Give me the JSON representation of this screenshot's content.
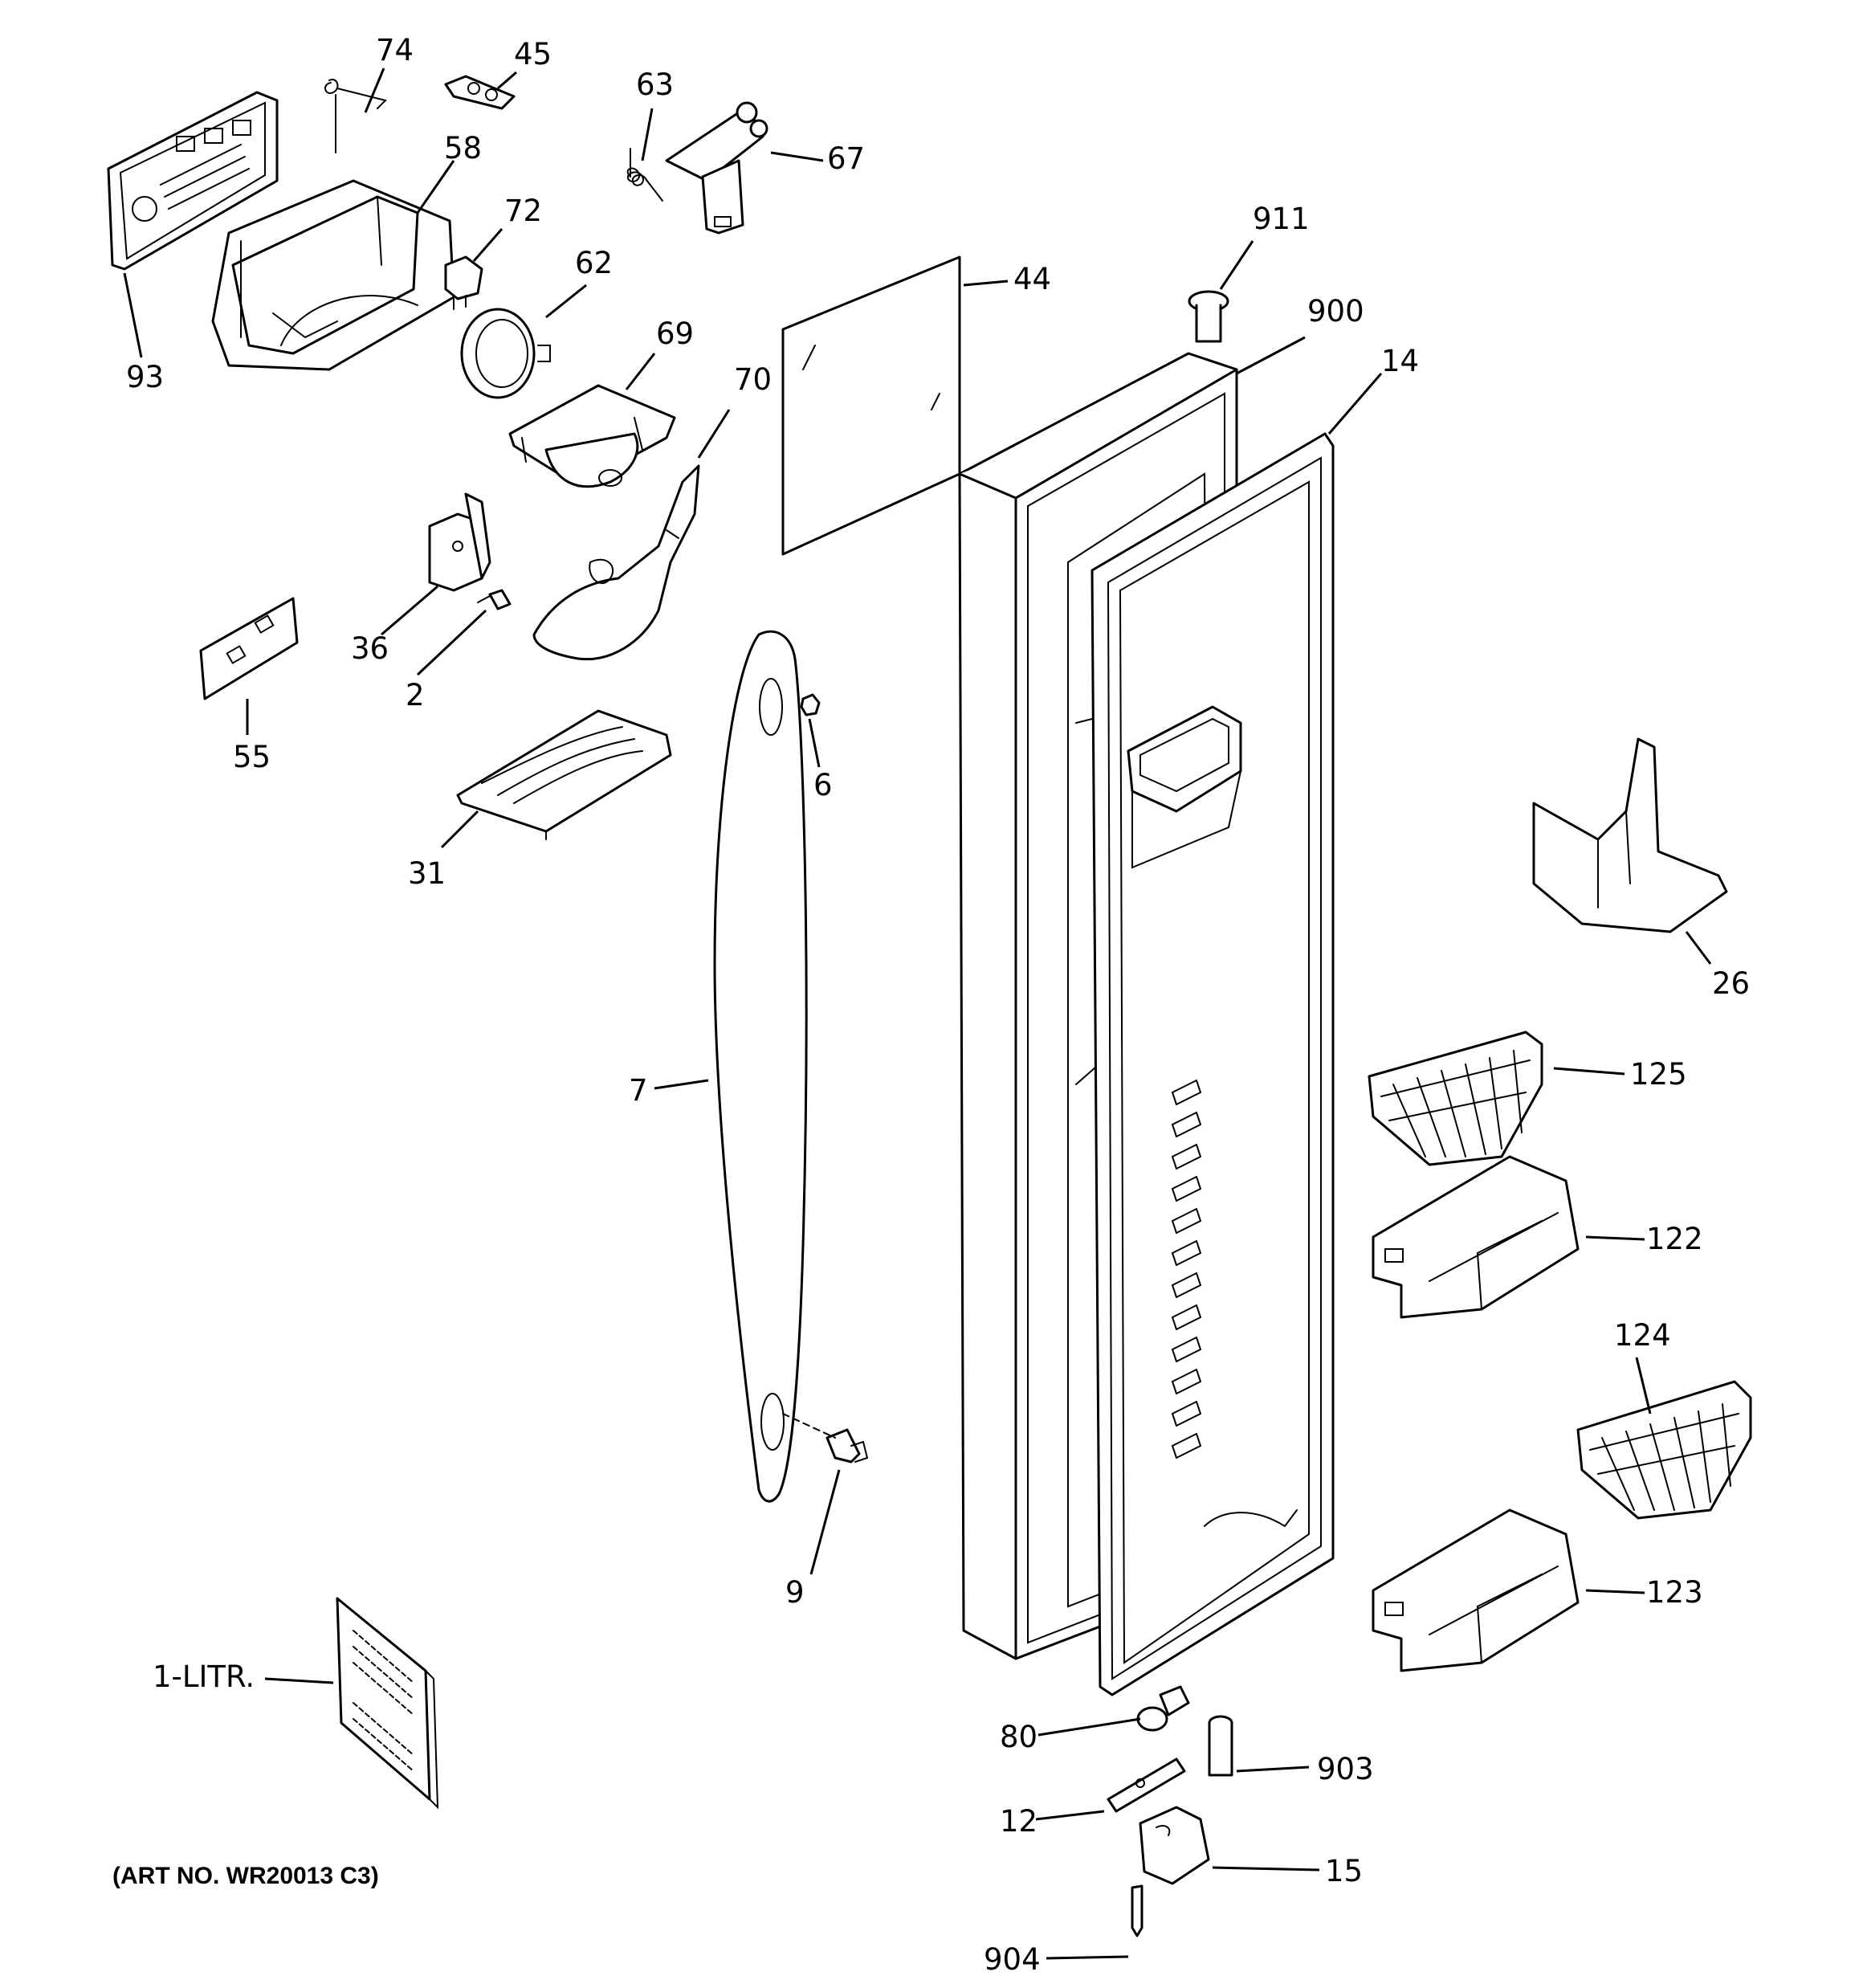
{
  "diagram": {
    "art_number": "(ART NO. WR20013 C3)",
    "callouts": {
      "c74": "74",
      "c45": "45",
      "c63": "63",
      "c67": "67",
      "c58": "58",
      "c72": "72",
      "c911": "911",
      "c62": "62",
      "c44": "44",
      "c900": "900",
      "c93": "93",
      "c69": "69",
      "c14": "14",
      "c70": "70",
      "c36": "36",
      "c2": "2",
      "c6": "6",
      "c55": "55",
      "c31": "31",
      "c26": "26",
      "c7": "7",
      "c125": "125",
      "c122": "122",
      "c124": "124",
      "c9": "9",
      "c123": "123",
      "c1": "1-LITR.",
      "c80": "80",
      "c903": "903",
      "c12": "12",
      "c15": "15",
      "c904": "904"
    }
  }
}
